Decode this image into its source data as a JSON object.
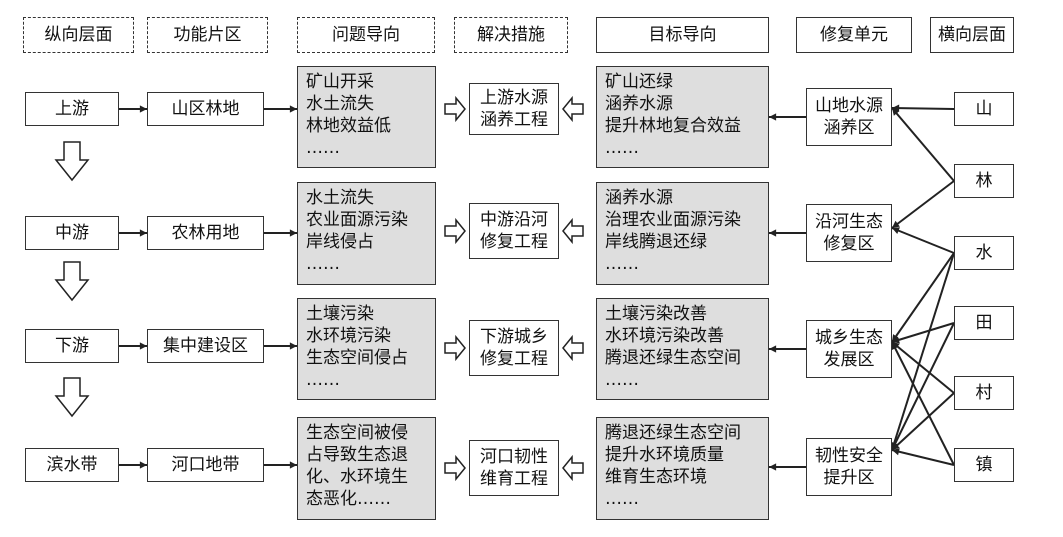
{
  "headers": {
    "vertical_level": "纵向层面",
    "functional_zone": "功能片区",
    "problem_oriented": "问题导向",
    "solution": "解决措施",
    "goal_oriented": "目标导向",
    "restoration_unit": "修复单元",
    "horizontal_level": "横向层面"
  },
  "rows": [
    {
      "level": "上游",
      "zone": "山区林地",
      "problems": [
        "矿山开采",
        "水土流失",
        "林地效益低",
        "……"
      ],
      "measure": [
        "上游水源",
        "涵养工程"
      ],
      "goals": [
        "矿山还绿",
        "涵养水源",
        "提升林地复合效益",
        "……"
      ],
      "unit": [
        "山地水源",
        "涵养区"
      ]
    },
    {
      "level": "中游",
      "zone": "农林用地",
      "problems": [
        "水土流失",
        "农业面源污染",
        "岸线侵占",
        "……"
      ],
      "measure": [
        "中游沿河",
        "修复工程"
      ],
      "goals": [
        "涵养水源",
        "治理农业面源污染",
        "岸线腾退还绿",
        "……"
      ],
      "unit": [
        "沿河生态",
        "修复区"
      ]
    },
    {
      "level": "下游",
      "zone": "集中建设区",
      "problems": [
        "土壤污染",
        "水环境污染",
        "生态空间侵占",
        "……"
      ],
      "measure": [
        "下游城乡",
        "修复工程"
      ],
      "goals": [
        "土壤污染改善",
        "水环境污染改善",
        "腾退还绿生态空间",
        "……"
      ],
      "unit": [
        "城乡生态",
        "发展区"
      ]
    },
    {
      "level": "滨水带",
      "zone": "河口地带",
      "problems": [
        "生态空间被侵",
        "占导致生态退",
        "化、水环境生",
        "态恶化……"
      ],
      "measure": [
        "河口韧性",
        "维育工程"
      ],
      "goals": [
        "腾退还绿生态空间",
        "提升水环境质量",
        "维育生态环境",
        "……"
      ],
      "unit": [
        "韧性安全",
        "提升区"
      ]
    }
  ],
  "elements": [
    "山",
    "林",
    "水",
    "田",
    "村",
    "镇"
  ],
  "element_links": [
    {
      "from": "山",
      "to": [
        "山地水源涵养区"
      ]
    },
    {
      "from": "林",
      "to": [
        "山地水源涵养区",
        "沿河生态修复区"
      ]
    },
    {
      "from": "水",
      "to": [
        "沿河生态修复区",
        "城乡生态发展区",
        "韧性安全提升区"
      ]
    },
    {
      "from": "田",
      "to": [
        "城乡生态发展区",
        "韧性安全提升区"
      ]
    },
    {
      "from": "村",
      "to": [
        "城乡生态发展区",
        "韧性安全提升区"
      ]
    },
    {
      "from": "镇",
      "to": [
        "城乡生态发展区",
        "韧性安全提升区"
      ]
    }
  ]
}
